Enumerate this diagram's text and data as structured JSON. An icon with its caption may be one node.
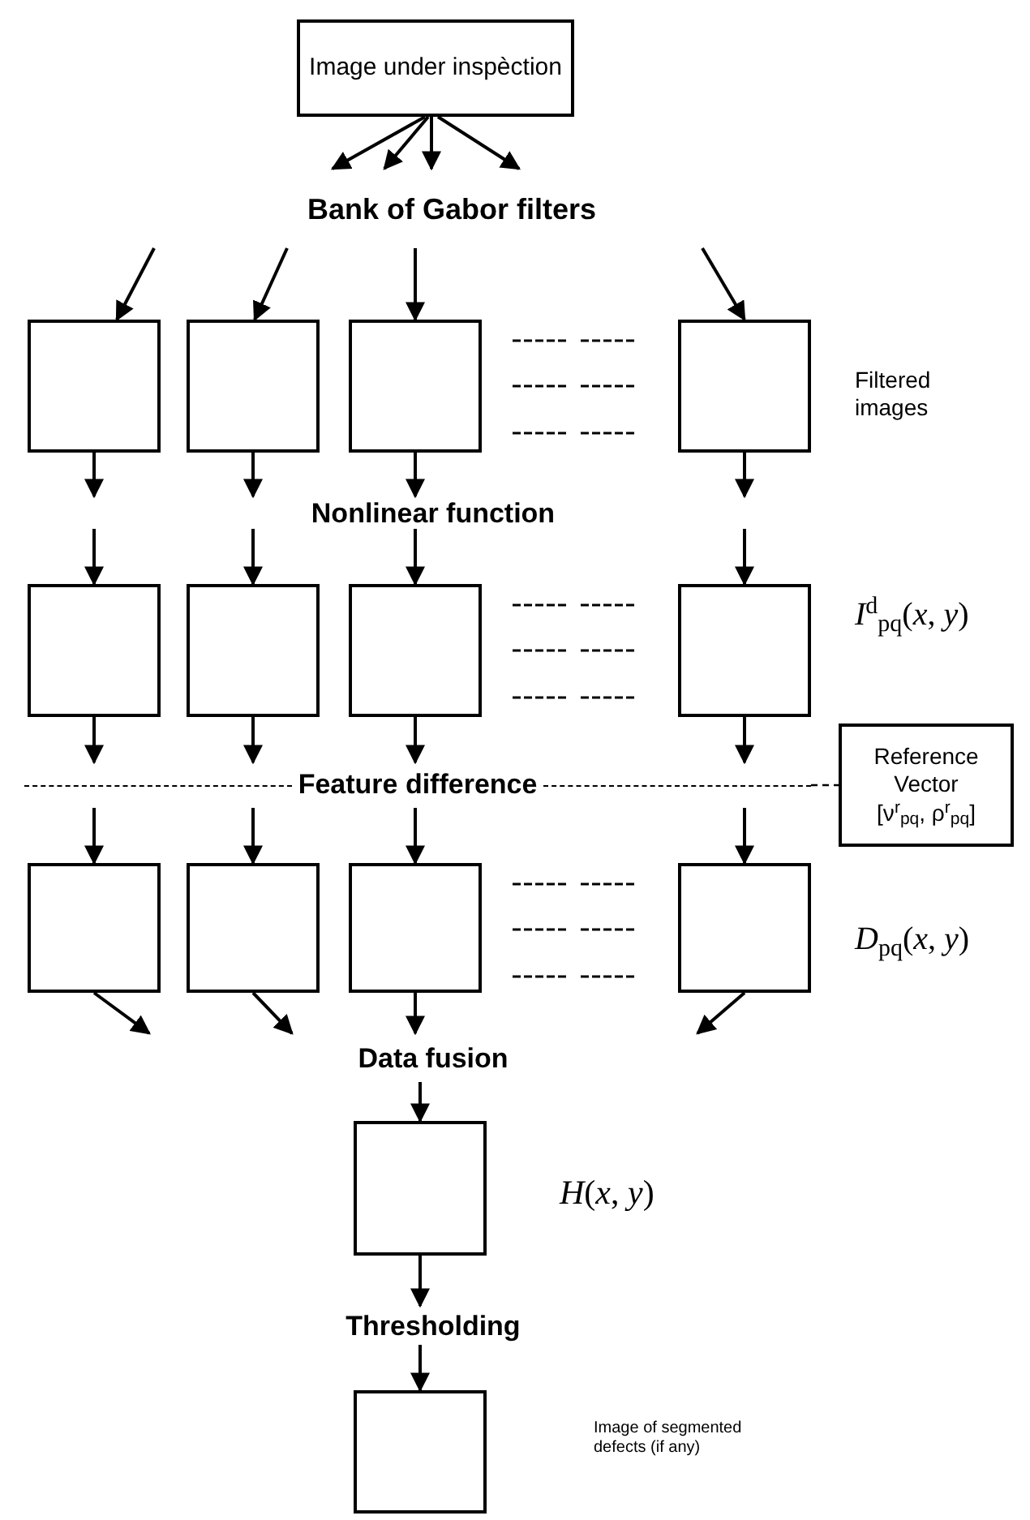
{
  "diagram": {
    "nodes": [
      {
        "text": [
          "Image under inspèction"
        ]
      },
      {
        "text": [
          "Bank of Gabor filters"
        ]
      },
      {
        "text": [],
        "shape": "box"
      },
      {
        "text": [],
        "shape": "box"
      },
      {
        "text": [],
        "shape": "box"
      },
      {
        "text": [],
        "shape": "box",
        "beside": [
          "Filtered images"
        ]
      },
      {
        "text": [
          "Nonlinear function"
        ]
      },
      {
        "text": [],
        "shape": "box"
      },
      {
        "text": [],
        "shape": "box"
      },
      {
        "text": [],
        "shape": "box"
      },
      {
        "text": [],
        "shape": "box",
        "beside": [
          "*I*$^{d}$$_{pq}$(*x*, *y*)"
        ]
      },
      {
        "text": [
          "Feature difference"
        ]
      },
      {
        "text": [
          "Reference Vector",
          "[ν$^{r}$$_{pq}$, ρ$^{r}$$_{pq}$]"
        ]
      },
      {
        "text": [],
        "shape": "box"
      },
      {
        "text": [],
        "shape": "box"
      },
      {
        "text": [],
        "shape": "box"
      },
      {
        "text": [],
        "shape": "box",
        "beside": [
          "*D*$_{pq}$(*x*, *y*)"
        ]
      },
      {
        "text": [
          "Data fusion"
        ]
      },
      {
        "text": [],
        "shape": "box",
        "beside": [
          "*H*(*x*, *y*)"
        ]
      },
      {
        "text": [
          "Thresholding"
        ]
      },
      {
        "text": [],
        "shape": "box"
      }
    ],
    "labels": [
      "Image of segmented defects (if any)"
    ],
    "edges": [
      {
        "from": 0,
        "to": 1,
        "arrow": "to"
      },
      {
        "from": 0,
        "to": 1,
        "arrow": "to"
      },
      {
        "from": 0,
        "to": 1,
        "arrow": "to"
      },
      {
        "from": 0,
        "to": 1,
        "arrow": "to"
      },
      {
        "from": null,
        "to": 2,
        "arrow": "to"
      },
      {
        "from": 1,
        "to": 3,
        "arrow": "to"
      },
      {
        "from": 1,
        "to": 4,
        "arrow": "to"
      },
      {
        "from": null,
        "to": 5,
        "arrow": "to"
      },
      {
        "from": 2,
        "to": null,
        "arrow": "to"
      },
      {
        "from": 3,
        "to": 6,
        "arrow": "to"
      },
      {
        "from": 4,
        "to": 6,
        "arrow": "to"
      },
      {
        "from": 5,
        "to": null,
        "arrow": "to"
      },
      {
        "from": null,
        "to": 7,
        "arrow": "to"
      },
      {
        "from": null,
        "to": 8,
        "arrow": "to"
      },
      {
        "from": 6,
        "to": 9,
        "arrow": "to"
      },
      {
        "from": null,
        "to": 10,
        "arrow": "to"
      },
      {
        "from": 7,
        "to": 11,
        "arrow": "to"
      },
      {
        "from": 8,
        "to": 11,
        "arrow": "to"
      },
      {
        "from": 9,
        "to": 11,
        "arrow": "to"
      },
      {
        "from": 10,
        "to": 11,
        "arrow": "to"
      },
      {
        "from": 11,
        "to": 12,
        "arrow": "none",
        "style": "dashed"
      },
      {
        "from": 11,
        "to": 13,
        "arrow": "to"
      },
      {
        "from": 11,
        "to": 14,
        "arrow": "to"
      },
      {
        "from": 11,
        "to": 15,
        "arrow": "to"
      },
      {
        "from": 11,
        "to": 16,
        "arrow": "to"
      },
      {
        "from": 13,
        "to": null,
        "arrow": "to"
      },
      {
        "from": 14,
        "to": null,
        "arrow": "to"
      },
      {
        "from": 15,
        "to": 17,
        "arrow": "to"
      },
      {
        "from": 16,
        "to": null,
        "arrow": "to"
      },
      {
        "from": 17,
        "to": 18,
        "arrow": "to"
      },
      {
        "from": 18,
        "to": 19,
        "arrow": "to"
      },
      {
        "from": 19,
        "to": 20,
        "arrow": "to"
      }
    ]
  }
}
